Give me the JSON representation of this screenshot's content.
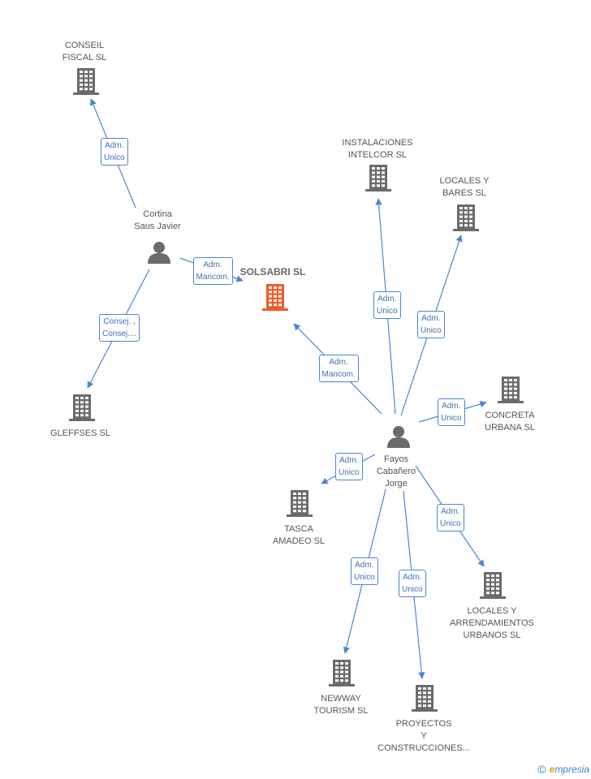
{
  "colors": {
    "edge": "#4a86d4",
    "building": "#6b6b6b",
    "building_main": "#f05a28",
    "person": "#6b6b6b"
  },
  "nodes": [
    {
      "id": "conseil",
      "type": "company",
      "label": [
        "CONSEIL",
        "FISCAL SL"
      ]
    },
    {
      "id": "cortina",
      "type": "person",
      "label": [
        "Cortina",
        "Saus Javier"
      ]
    },
    {
      "id": "solsabri",
      "type": "company_main",
      "label": [
        "SOLSABRI SL"
      ]
    },
    {
      "id": "gleffses",
      "type": "company",
      "label": [
        "GLEFFSES SL"
      ]
    },
    {
      "id": "instalaciones",
      "type": "company",
      "label": [
        "INSTALACIONES",
        "INTELCOR SL"
      ]
    },
    {
      "id": "locales_bares",
      "type": "company",
      "label": [
        "LOCALES Y",
        "BARES SL"
      ]
    },
    {
      "id": "concreta",
      "type": "company",
      "label": [
        "CONCRETA",
        "URBANA SL"
      ]
    },
    {
      "id": "fayos",
      "type": "person",
      "label": [
        "Fayos",
        "Cabañero",
        "Jorge"
      ]
    },
    {
      "id": "tasca",
      "type": "company",
      "label": [
        "TASCA",
        "AMADEO SL"
      ]
    },
    {
      "id": "locales_arrend",
      "type": "company",
      "label": [
        "LOCALES Y",
        "ARRENDAMIENTOS",
        "URBANOS SL"
      ]
    },
    {
      "id": "newway",
      "type": "company",
      "label": [
        "NEWWAY",
        "TOURISM SL"
      ]
    },
    {
      "id": "proyectos",
      "type": "company",
      "label": [
        "PROYECTOS",
        "Y",
        "CONSTRUCCIONES..."
      ]
    }
  ],
  "edges": [
    {
      "from": "cortina",
      "to": "conseil",
      "label": [
        "Adm.",
        "Unico"
      ]
    },
    {
      "from": "cortina",
      "to": "solsabri",
      "label": [
        "Adm.",
        "Mancom."
      ]
    },
    {
      "from": "cortina",
      "to": "gleffses",
      "label": [
        "Consej. ,",
        "Consej...."
      ]
    },
    {
      "from": "fayos",
      "to": "solsabri",
      "label": [
        "Adm.",
        "Mancom."
      ]
    },
    {
      "from": "fayos",
      "to": "instalaciones",
      "label": [
        "Adm.",
        "Unico"
      ]
    },
    {
      "from": "fayos",
      "to": "locales_bares",
      "label": [
        "Adm.",
        "Unico"
      ]
    },
    {
      "from": "fayos",
      "to": "concreta",
      "label": [
        "Adm.",
        "Unico"
      ]
    },
    {
      "from": "fayos",
      "to": "tasca",
      "label": [
        "Adm.",
        "Unico"
      ]
    },
    {
      "from": "fayos",
      "to": "locales_arrend",
      "label": [
        "Adm.",
        "Unico"
      ]
    },
    {
      "from": "fayos",
      "to": "newway",
      "label": [
        "Adm.",
        "Unico"
      ]
    },
    {
      "from": "fayos",
      "to": "proyectos",
      "label": [
        "Adm.",
        "Unico"
      ]
    }
  ],
  "footer": {
    "copyright": "©",
    "brand_initial": "e",
    "brand_rest": "mpresia"
  }
}
